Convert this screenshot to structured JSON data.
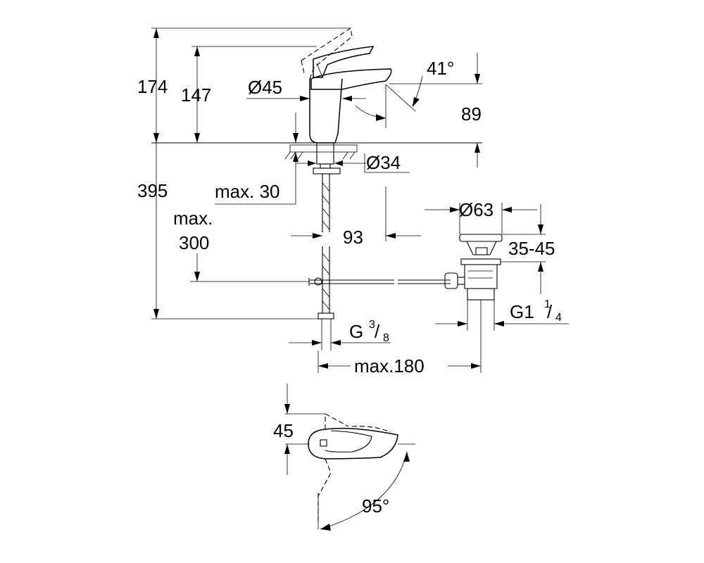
{
  "dimensions": {
    "total_height": "174",
    "spout_height": "147",
    "body_diameter": "Ø45",
    "spout_angle": "41°",
    "outlet_height": "89",
    "shank_diameter": "Ø34",
    "deck_thickness": "max. 30",
    "below_deck": "395",
    "hose_max_line1": "max.",
    "hose_max_line2": "300",
    "spout_reach": "93",
    "waste_diameter": "Ø63",
    "waste_range": "35-45",
    "waste_thread_main": "G1",
    "waste_thread_num": "1",
    "waste_thread_den": "4",
    "hose_thread_main": "G",
    "hose_thread_num": "3",
    "hose_thread_den": "8",
    "max_width": "max.180",
    "lever_height": "45",
    "lever_rotation": "95°"
  }
}
